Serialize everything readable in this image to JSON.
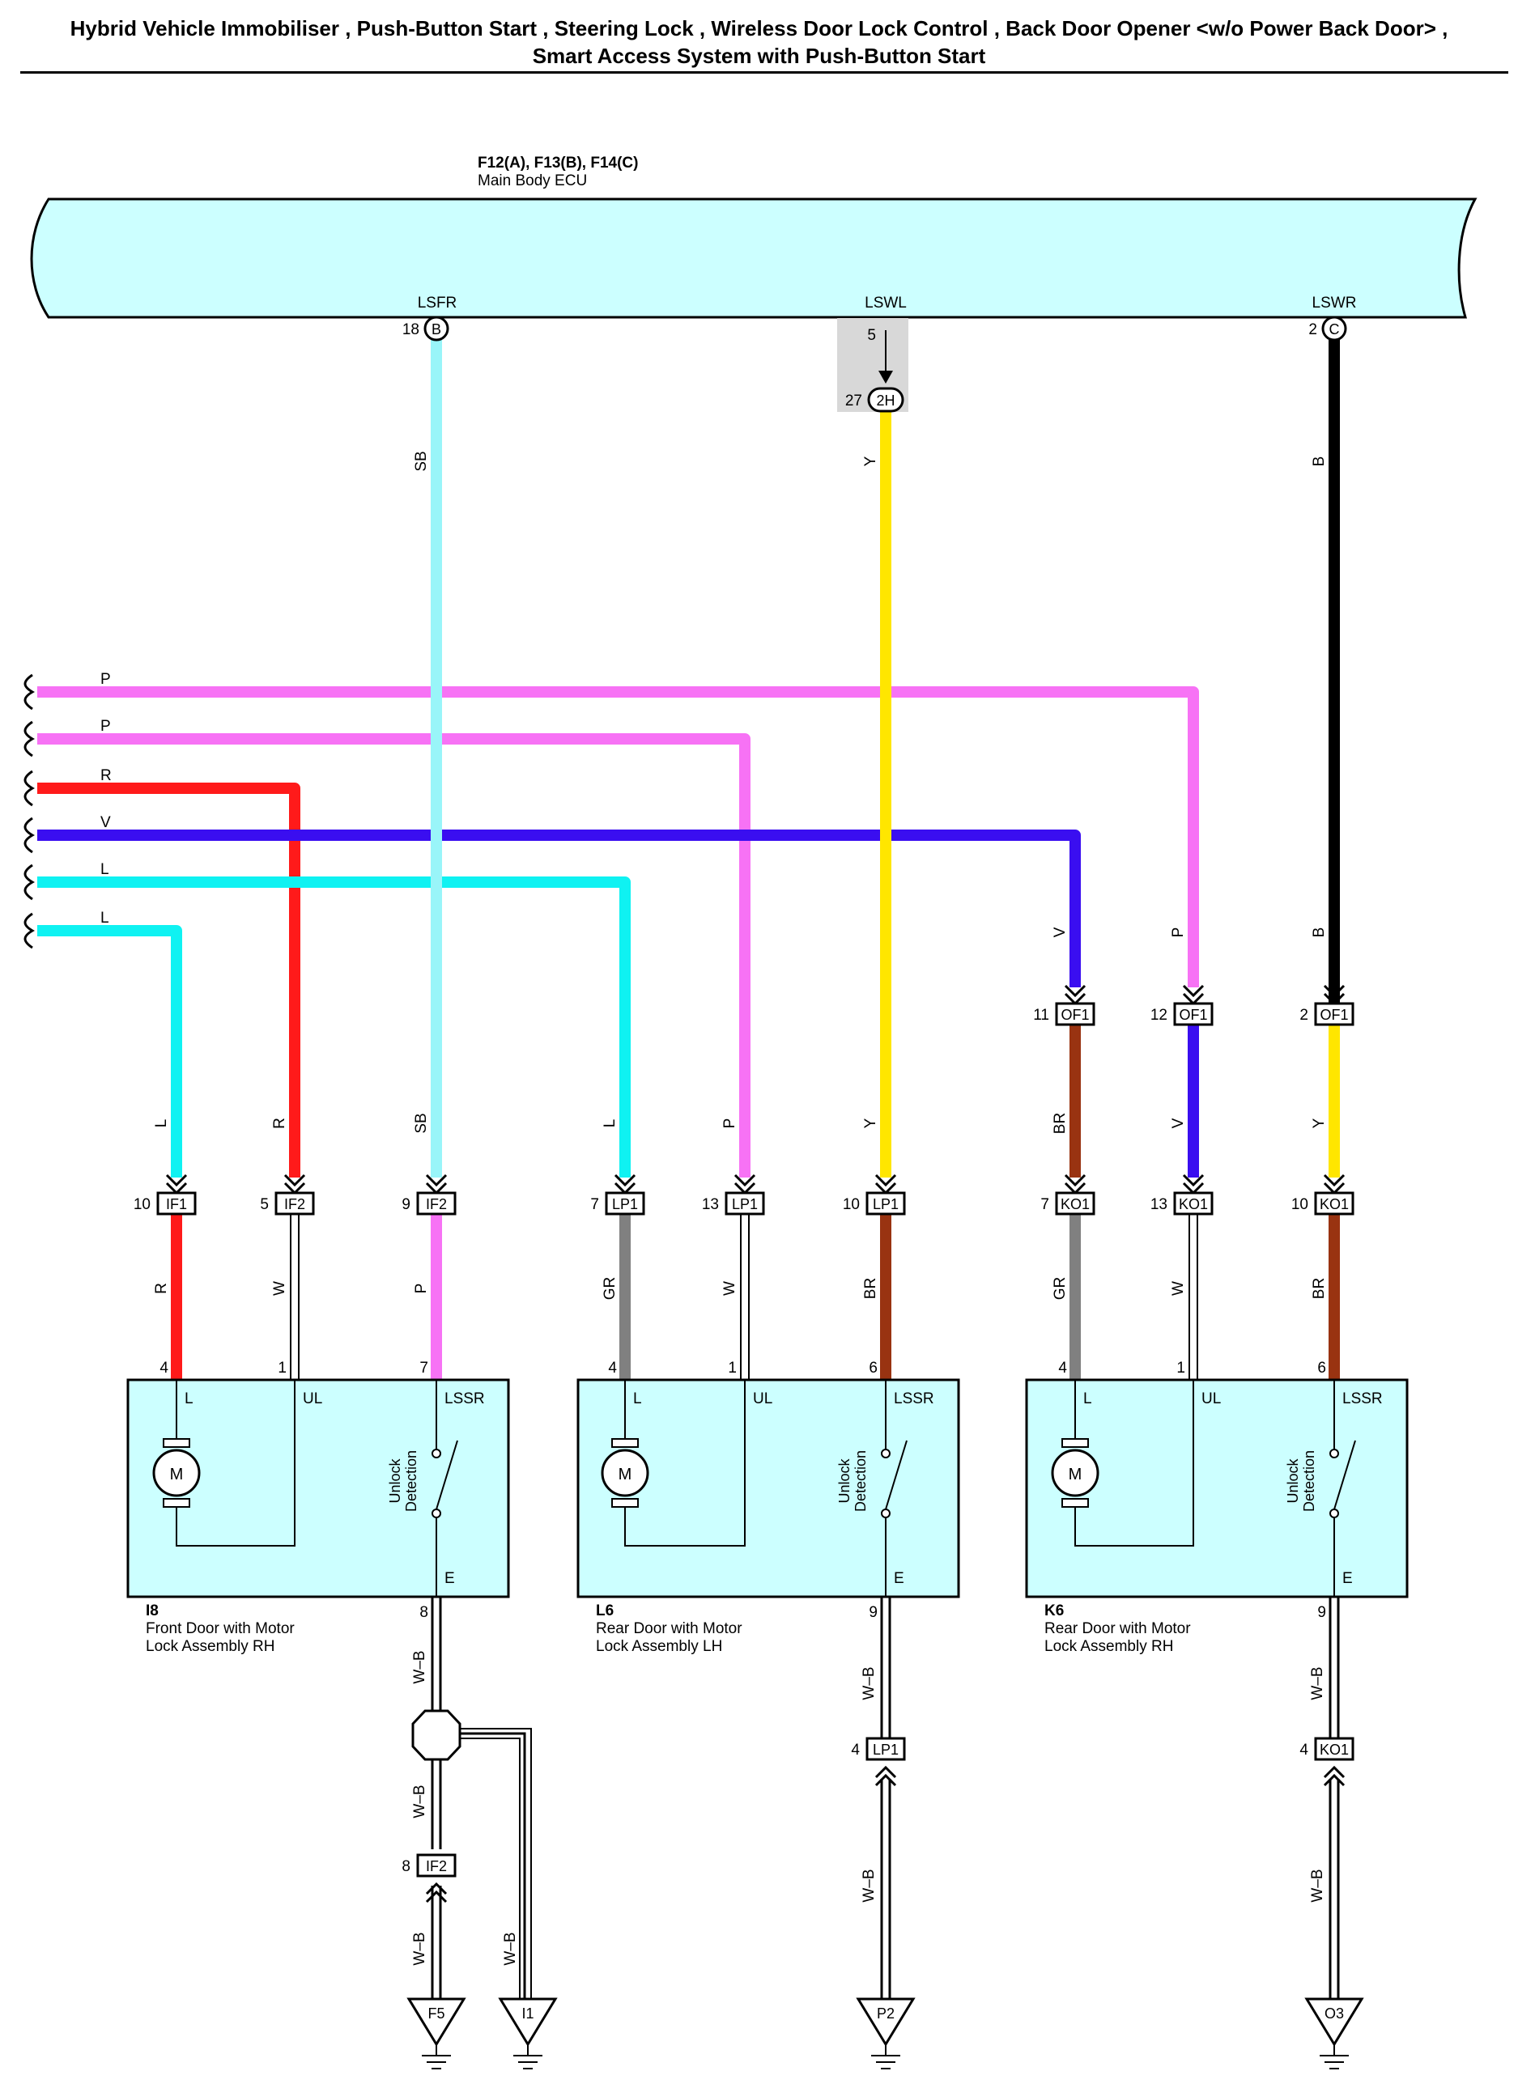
{
  "title": {
    "line1": "Hybrid Vehicle Immobiliser , Push-Button Start , Steering Lock , Wireless Door Lock Control , Back Door Opener <w/o Power Back Door> ,",
    "line2": "Smart Access System with Push-Button Start"
  },
  "ecu": {
    "connectors": "F12(A), F13(B), F14(C)",
    "name": "Main Body ECU",
    "terminals": [
      {
        "label": "LSFR",
        "pin": "18",
        "conn": "B"
      },
      {
        "label": "LSWL",
        "pin": "5",
        "conn": ""
      },
      {
        "label": "LSWR",
        "pin": "2",
        "conn": "C"
      }
    ]
  },
  "junction_2h": {
    "pin": "27",
    "conn": "2H"
  },
  "colors": {
    "SB": "#99f5f9",
    "Y": "#ffe600",
    "B": "#000000",
    "P": "#f772f5",
    "R": "#ff1a1a",
    "V": "#3a0ef0",
    "L": "#0ff2f2",
    "BR": "#993311",
    "GR": "#808080",
    "W": "#ffffff",
    "ecu_fill": "#ccffff",
    "module_fill": "#ccffff",
    "shade": "#d8d8d8"
  },
  "bus_wires": [
    {
      "code": "P"
    },
    {
      "code": "P"
    },
    {
      "code": "R"
    },
    {
      "code": "V"
    },
    {
      "code": "L"
    },
    {
      "code": "L"
    }
  ],
  "wire_codes": {
    "sb": "SB",
    "y": "Y",
    "b": "B",
    "l": "L",
    "r": "R",
    "p": "P",
    "v": "V",
    "gr": "GR",
    "w": "W",
    "br": "BR",
    "wb": "W–B"
  },
  "connectors": {
    "if1_10": {
      "pin": "10",
      "name": "IF1"
    },
    "if2_5": {
      "pin": "5",
      "name": "IF2"
    },
    "if2_9": {
      "pin": "9",
      "name": "IF2"
    },
    "lp1_7": {
      "pin": "7",
      "name": "LP1"
    },
    "lp1_13": {
      "pin": "13",
      "name": "LP1"
    },
    "lp1_10": {
      "pin": "10",
      "name": "LP1"
    },
    "of1_11": {
      "pin": "11",
      "name": "OF1"
    },
    "of1_12": {
      "pin": "12",
      "name": "OF1"
    },
    "of1_2": {
      "pin": "2",
      "name": "OF1"
    },
    "ko1_7": {
      "pin": "7",
      "name": "KO1"
    },
    "ko1_13": {
      "pin": "13",
      "name": "KO1"
    },
    "ko1_10": {
      "pin": "10",
      "name": "KO1"
    },
    "lp1_4": {
      "pin": "4",
      "name": "LP1"
    },
    "ko1_4": {
      "pin": "4",
      "name": "KO1"
    },
    "if2_8": {
      "pin": "8",
      "name": "IF2"
    }
  },
  "modules": [
    {
      "code": "I8",
      "line1": "Front Door with Motor",
      "line2": "Lock Assembly RH",
      "pins": [
        "4",
        "1",
        "7",
        "8"
      ]
    },
    {
      "code": "L6",
      "line1": "Rear Door with Motor",
      "line2": "Lock Assembly LH",
      "pins": [
        "4",
        "1",
        "6",
        "9"
      ]
    },
    {
      "code": "K6",
      "line1": "Rear Door with Motor",
      "line2": "Lock Assembly RH",
      "pins": [
        "4",
        "1",
        "6",
        "9"
      ]
    }
  ],
  "module_terms": {
    "l": "L",
    "ul": "UL",
    "lssr": "LSSR",
    "e": "E",
    "motor": "M",
    "unlock1": "Unlock",
    "unlock2": "Detection"
  },
  "grounds": [
    "F5",
    "I1",
    "P2",
    "O3"
  ]
}
